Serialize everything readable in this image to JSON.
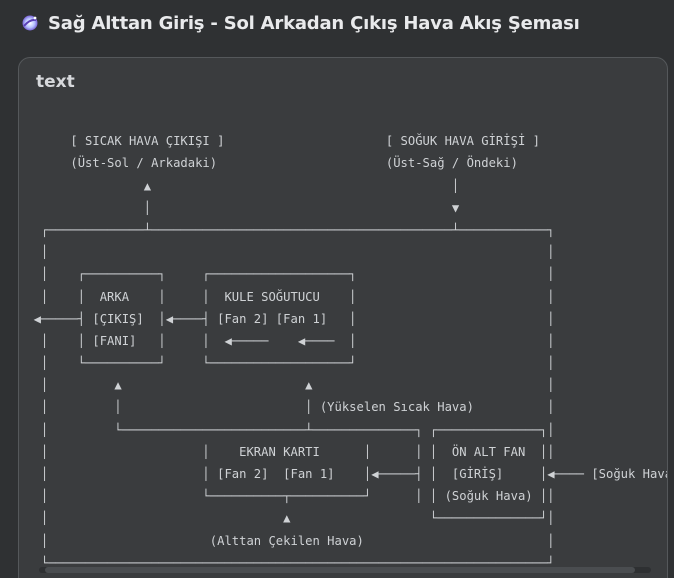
{
  "page": {
    "title": "Sağ Alttan Giriş - Sol Arkadan Çıkış Hava Akış Şeması",
    "title_icon": "sparkle-icon"
  },
  "code_card": {
    "language_label": "text",
    "lines": [
      "",
      "       [ SICAK HAVA ÇIKIŞI ]                      [ SOĞUK HAVA GİRİŞİ ]",
      "       (Üst-Sol / Arkadaki)                       (Üst-Sağ / Öndeki)",
      "                 ▲                                         │",
      "                 │                                         ▼",
      "   ┌─────────────┴─────────────────────────────────────────┴────────────┐",
      "   │                                                                    │",
      "   │    ┌──────────┐     ┌───────────────────┐                          │",
      "   │    │  ARKA    │     │  KULE SOĞUTUCU    │                          │",
      "  ◀─────┤ [ÇIKIŞ]  │◀────┤ [Fan 2] [Fan 1]   │                          │",
      "   │    │ [FANI]   │     │  ◀─────    ◀────  │                          │",
      "   │    └──────────┘     └───────────────────┘                          │",
      "   │         ▲                         ▲                                │",
      "   │         │                         │ (Yükselen Sıcak Hava)          │",
      "   │         └─────────────────────────┴──────────────┐ ┌──────────────┐│",
      "   │                     │    EKRAN KARTI      │      │ │  ÖN ALT FAN  ││",
      "   │                     │ [Fan 2]  [Fan 1]    │◀─────┤ │  [GİRİŞ]     │◀──── [Soğuk Hava]",
      "   │                     └──────────┬──────────┘      │ │ (Soğuk Hava) ││",
      "   │                                ▲                   └──────────────┘│",
      "   │                      (Alttan Çekilen Hava)                         │",
      "   └────────────────────────────────────────────────────────────────────┘"
    ]
  },
  "colors": {
    "page_background": "#2f3133",
    "card_background": "#3a3c3e",
    "card_border": "#55585b",
    "code_text": "#cfd2d5",
    "title_text": "#e9eaec"
  }
}
